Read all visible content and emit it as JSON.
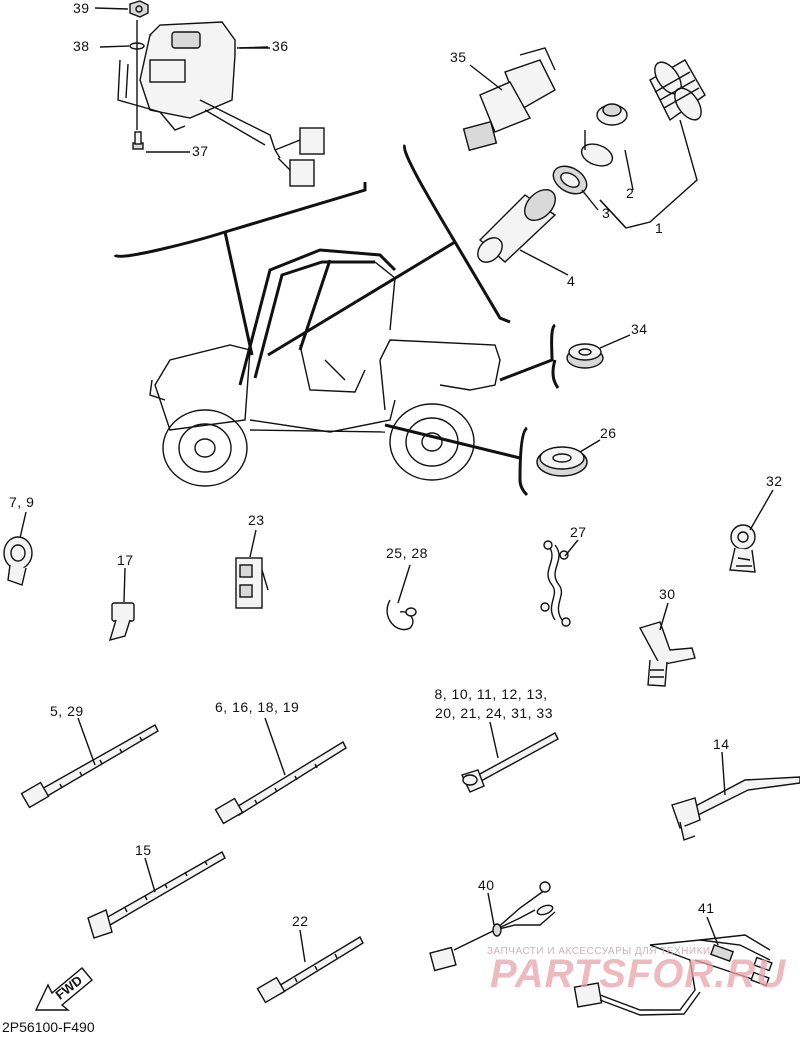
{
  "diagram_code": "2P56100-F490",
  "direction_arrow_label": "FWD",
  "watermark": {
    "tagline": "ЗАПЧАСТИ И АКСЕССУАРЫ ДЛЯ ТЕХНИКИ",
    "logo": "PARTSFOR.RU"
  },
  "callouts": {
    "p39": "39",
    "p38": "38",
    "p36": "36",
    "p37": "37",
    "p35": "35",
    "p2": "2",
    "p3": "3",
    "p1": "1",
    "p4": "4",
    "p34": "34",
    "p26": "26",
    "p7_9": "7, 9",
    "p17": "17",
    "p23": "23",
    "p25_28": "25, 28",
    "p27": "27",
    "p32": "32",
    "p30": "30",
    "p5_29": "5, 29",
    "p6_16_18_19": "6, 16, 18, 19",
    "p8_line1": "8, 10, 11, 12, 13,",
    "p8_line2": "20, 21, 24, 31, 33",
    "p14": "14",
    "p15": "15",
    "p40": "40",
    "p22": "22",
    "p41": "41"
  }
}
